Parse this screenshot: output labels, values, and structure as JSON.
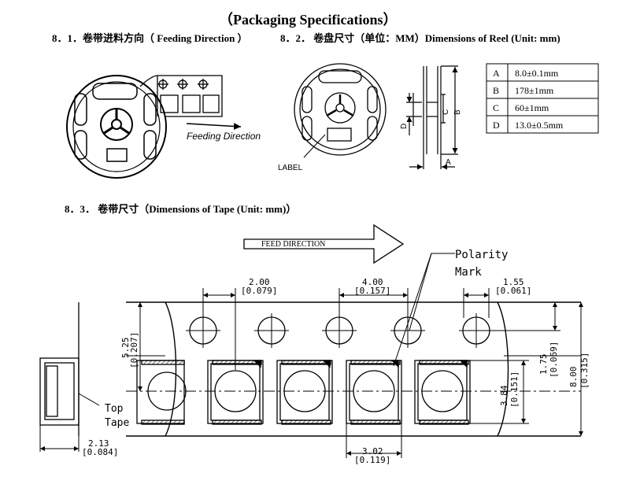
{
  "header": {
    "title": "（Packaging Specifications）"
  },
  "section_81": {
    "label": "8．1．卷带进料方向（ Feeding Direction ）",
    "feeding_direction_label": "Feeding Direction"
  },
  "section_82": {
    "label": "8．2． 卷盘尺寸（单位：MM）Dimensions of Reel (Unit: mm)",
    "label_text": "LABEL",
    "dim_a": "A",
    "dim_b": "B",
    "dim_c": "C",
    "dim_d": "D",
    "table": [
      {
        "key": "A",
        "value": "8.0±0.1mm"
      },
      {
        "key": "B",
        "value": "178±1mm"
      },
      {
        "key": "C",
        "value": "60±1mm"
      },
      {
        "key": "D",
        "value": "13.0±0.5mm"
      }
    ]
  },
  "section_83": {
    "label": "8．3． 卷带尺寸（Dimensions of Tape (Unit: mm)）",
    "feed_direction": "FEED DIRECTION",
    "polarity_line1": "Polarity",
    "polarity_line2": "Mark",
    "top_tape_line1": "Top",
    "top_tape_line2": "Tape",
    "dims": {
      "d200_mm": "2.00",
      "d200_in": "[0.079]",
      "d400_mm": "4.00",
      "d400_in": "[0.157]",
      "d155_mm": "1.55",
      "d155_in": "[0.061]",
      "d525_mm": "5.25",
      "d525_in": "[0.207]",
      "d175_mm": "1.75",
      "d175_in": "[0.069]",
      "d800_mm": "8.00",
      "d800_in": "[0.315]",
      "d384_mm": "3.84",
      "d384_in": "[0.151]",
      "d302_mm": "3.02",
      "d302_in": "[0.119]",
      "d213_mm": "2.13",
      "d213_in": "[0.084]"
    }
  }
}
